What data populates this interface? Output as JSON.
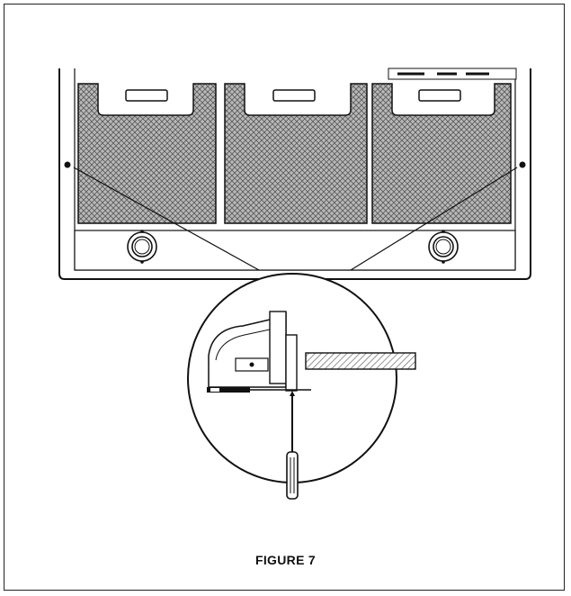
{
  "figure": {
    "caption": "FIGURE 7",
    "filter_count": 3,
    "knob_count": 2,
    "colors": {
      "line": "#111111",
      "mesh_fill": "#9a9a9a",
      "background": "#ffffff"
    },
    "icons": [
      "screwdriver-icon",
      "screw-icon",
      "filter-handle-icon",
      "knob-icon"
    ]
  }
}
